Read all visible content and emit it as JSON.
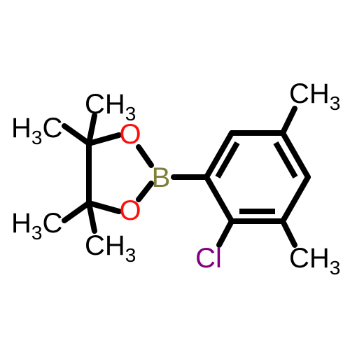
{
  "colors": {
    "bond": "#000000",
    "carbon_label": "#000000",
    "oxygen": "#ff0d0d",
    "boron": "#7f7f3a",
    "chlorine": "#800080",
    "background": "#ffffff"
  },
  "atoms": {
    "boron": "B",
    "oxygen_top": "O",
    "oxygen_bottom": "O",
    "chlorine": "Cl",
    "methyl_top_left": {
      "main": "H",
      "sub": "3",
      "tail": "C"
    },
    "methyl_top_right": {
      "main": "CH",
      "sub": "3"
    },
    "methyl_bottom_left": {
      "main": "H",
      "sub": "3",
      "tail": "C"
    },
    "methyl_bottom_right": {
      "main": "CH",
      "sub": "3"
    },
    "methyl_ring_top": {
      "main": "CH",
      "sub": "3"
    },
    "methyl_ring_bottom": {
      "main": "CH",
      "sub": "3"
    }
  }
}
